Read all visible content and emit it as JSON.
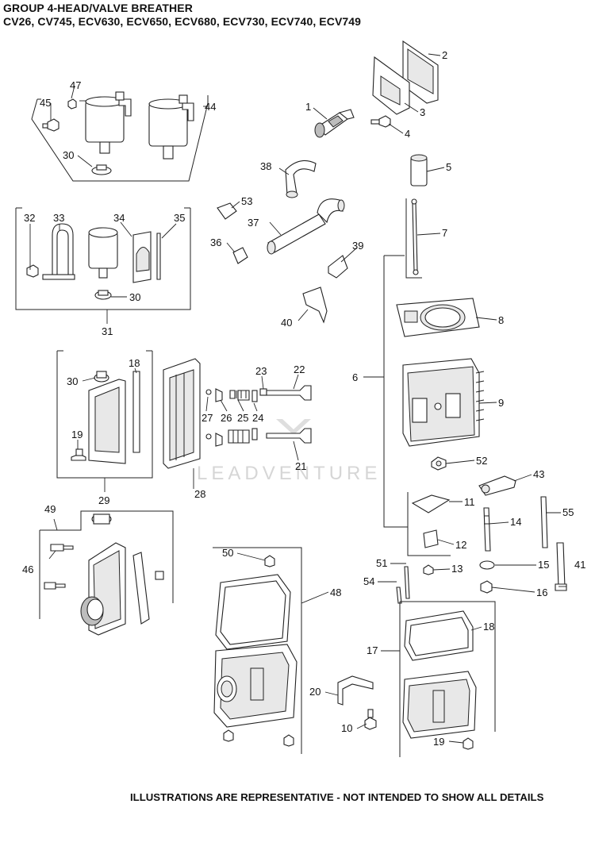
{
  "header": {
    "line1": "GROUP 4-HEAD/VALVE BREATHER",
    "line2": "CV26, CV745, ECV630, ECV650, ECV680, ECV730, ECV740, ECV749"
  },
  "watermark": "LEADVENTURE",
  "footer": "ILLUSTRATIONS ARE REPRESENTATIVE - NOT INTENDED TO SHOW ALL DETAILS",
  "parts": {
    "p1": "1",
    "p2": "2",
    "p3": "3",
    "p4": "4",
    "p5": "5",
    "p6": "6",
    "p7": "7",
    "p8": "8",
    "p9": "9",
    "p10": "10",
    "p11": "11",
    "p12": "12",
    "p13": "13",
    "p14": "14",
    "p15": "15",
    "p16": "16",
    "p17": "17",
    "p18a": "18",
    "p18b": "18",
    "p19a": "19",
    "p19b": "19",
    "p20": "20",
    "p21": "21",
    "p22": "22",
    "p23": "23",
    "p24": "24",
    "p25": "25",
    "p26": "26",
    "p27": "27",
    "p28": "28",
    "p29": "29",
    "p30a": "30",
    "p30b": "30",
    "p30c": "30",
    "p31": "31",
    "p32": "32",
    "p33": "33",
    "p34": "34",
    "p35": "35",
    "p36": "36",
    "p37": "37",
    "p38": "38",
    "p39": "39",
    "p40": "40",
    "p41": "41",
    "p43": "43",
    "p44": "44",
    "p45": "45",
    "p46": "46",
    "p47": "47",
    "p48": "48",
    "p49": "49",
    "p50": "50",
    "p51": "51",
    "p52": "52",
    "p53": "53",
    "p54": "54",
    "p55": "55"
  }
}
